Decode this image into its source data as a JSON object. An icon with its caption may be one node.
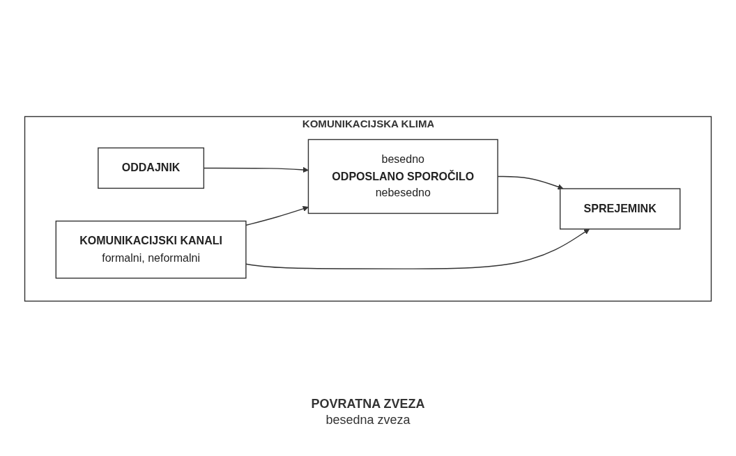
{
  "diagram": {
    "nodes": [
      {
        "text": [
          "KOMUNIKACIJSKA KLIMA"
        ]
      },
      {
        "text": [
          "ODDAJNIK"
        ],
        "in": 0
      },
      {
        "text": [
          "besedno",
          "ODPOSLANO SPOROČILO",
          "nebesedno"
        ],
        "in": 0
      },
      {
        "text": [
          "SPREJEMINK"
        ],
        "in": 0
      },
      {
        "text": [
          "KOMUNIKACIJSKI KANALI",
          "formalni, neformalni"
        ],
        "in": 0
      }
    ],
    "edges": [
      {
        "from": 1,
        "to": 2,
        "arrow": "to"
      },
      {
        "from": 2,
        "to": 3,
        "arrow": "to"
      },
      {
        "from": 4,
        "to": 2,
        "arrow": "to"
      },
      {
        "from": 4,
        "to": 3,
        "arrow": "to"
      }
    ],
    "labels": [
      "POVRATNA ZVEZA",
      "besedna zveza"
    ]
  }
}
